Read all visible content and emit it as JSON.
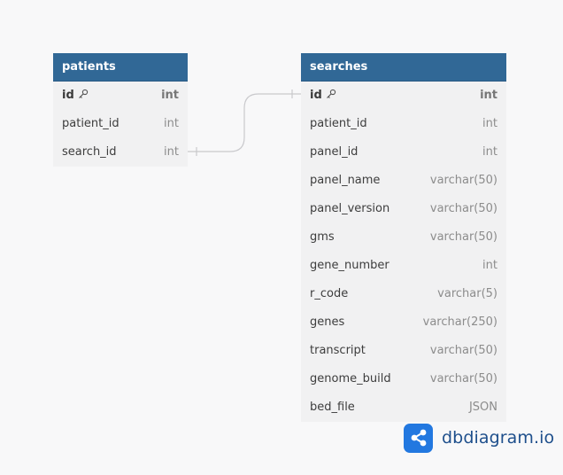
{
  "tables": {
    "patients": {
      "title": "patients",
      "columns": [
        {
          "name": "id",
          "type": "int",
          "primary_key": true
        },
        {
          "name": "patient_id",
          "type": "int"
        },
        {
          "name": "search_id",
          "type": "int"
        }
      ]
    },
    "searches": {
      "title": "searches",
      "columns": [
        {
          "name": "id",
          "type": "int",
          "primary_key": true
        },
        {
          "name": "patient_id",
          "type": "int"
        },
        {
          "name": "panel_id",
          "type": "int"
        },
        {
          "name": "panel_name",
          "type": "varchar(50)"
        },
        {
          "name": "panel_version",
          "type": "varchar(50)"
        },
        {
          "name": "gms",
          "type": "varchar(50)"
        },
        {
          "name": "gene_number",
          "type": "int"
        },
        {
          "name": "r_code",
          "type": "varchar(5)"
        },
        {
          "name": "genes",
          "type": "varchar(250)"
        },
        {
          "name": "transcript",
          "type": "varchar(50)"
        },
        {
          "name": "genome_build",
          "type": "varchar(50)"
        },
        {
          "name": "bed_file",
          "type": "JSON"
        }
      ]
    }
  },
  "relationships": [
    {
      "from": "patients.search_id",
      "to": "searches.id"
    }
  ],
  "brand": {
    "name": "dbdiagram.io",
    "logo_icon": "share-nodes-icon"
  },
  "colors": {
    "header_bg": "#316896",
    "table_bg": "#f1f1f2",
    "canvas_bg": "#f8f8f9",
    "brand_blue": "#2278e0"
  }
}
